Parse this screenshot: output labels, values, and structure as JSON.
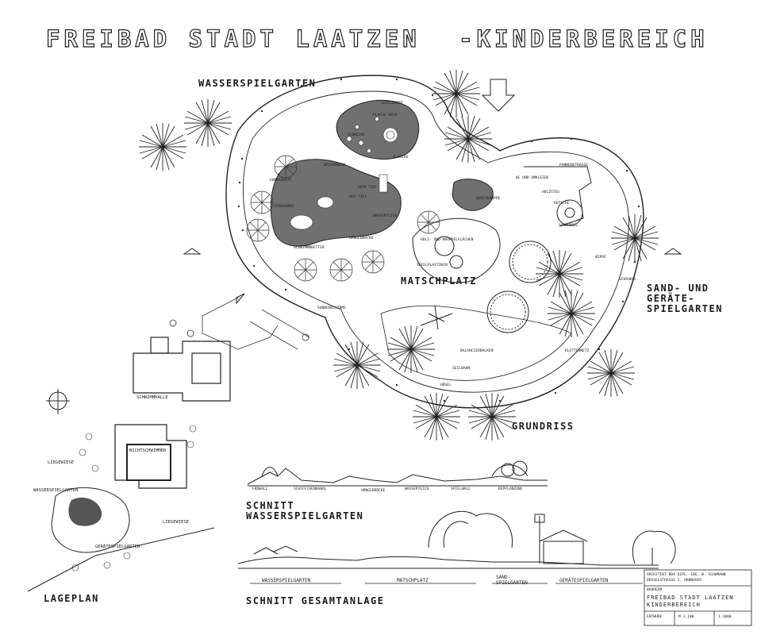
{
  "title_part1": "FREIBAD STADT LAATZEN",
  "title_part2": "-KINDERBEREICH",
  "labels": {
    "wasserspielgarten": "WASSERSPIELGARTEN",
    "matschplatz": "MATSCHPLATZ",
    "sand_1": "SAND- UND",
    "sand_2": "GERÄTE-",
    "sand_3": "SPIELGARTEN",
    "grundriss": "GRUNDRISS",
    "schwimmhalle": "SCHWIMMHALLE",
    "nichtschwimmer": "NICHTSCHWIMMER",
    "liegewiese_1": "LIEGEWIESE",
    "liegewiese_2": "LIEGEWIESE",
    "wasserspielgarten_small": "WASSERSPIELGARTEN",
    "geraetespielgarten_small": "GERÄTESPIELGARTEN",
    "lageplan": "LAGEPLAN",
    "schnitt1_1": "SCHNITT",
    "schnitt1_2": "WASSERSPIELGARTEN",
    "schnitt2": "SCHNITT GESAMTANLAGE",
    "sect_wasser": "WASSERSPIELGARTEN",
    "sect_matsch": "MATSCHPLATZ",
    "sect_sand_1": "SAND-",
    "sect_sand_2": "SPIELGARTEN",
    "sect_geraete": "GERÄTESPIELGARTEN"
  },
  "small_labels": {
    "a1": "SCHILDKRÖT",
    "a2": "FLACHE UFER",
    "a3": "SCHNECKE",
    "a4": "WASSERWERK",
    "a5": "PLATEAU",
    "a6": "GUMMIBOOTE",
    "a7": "SEEBAUMEN",
    "a8": "DEM TIEF",
    "a9": "30CM TIEF",
    "a10": "WASSERTEICH",
    "a11": "HÄNGEBRÜCKE",
    "a12": "SCHWIMMBRETTER",
    "a13": "BUSCHGRUPPE",
    "a14": "HOLZ- UND KNÜPPELFLÄCHEN",
    "a15": "SPIELPLASTIKEN",
    "a16": "PANNENSTRASSE",
    "a17": "WC UND UMKLEIDE",
    "a18": "HOLZSTEG",
    "a19": "RUTSCHE",
    "a20": "SANDHÜGEL",
    "a21": "WIPPE",
    "a22": "KLETTERNETZ",
    "a23": "SCHAUKEL",
    "a24": "BALANCIERBALKEN",
    "a25": "SEILBAHN",
    "a26": "HÜGEL",
    "a27": "SONNENSCHIRME",
    "s1": "ERDWALL",
    "s2": "SCHIFFCHENKANAL",
    "s3": "HÄNGEBRÜCKE",
    "s4": "WASSERTEICH",
    "s5": "SPIELWALL",
    "s6": "BEPFLANZUNG"
  },
  "architect": {
    "line1": "ARCHITEKT BDA DIPL.-ING. W. SCHUMANN",
    "line2": "DÜSSELSTRASSE 2, HANNOVER",
    "client": "BAUHERR",
    "proj1": "FREIBAD STADT LAATZEN",
    "proj2": "KINDERBEREICH",
    "r1": "ENTWURF",
    "r2": "M 1:100",
    "r3": "1:1000"
  }
}
